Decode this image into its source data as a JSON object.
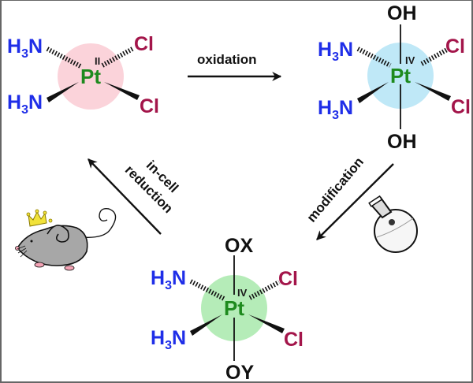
{
  "colors": {
    "ligand_nh3": "#1f2ee8",
    "ligand_cl": "#a3154a",
    "metal": "#1e8a1e",
    "oxidation_state": "#1a1a1a",
    "axial": "#111111",
    "halo_pt2": "#fbd3da",
    "halo_pt4_oh": "#bfe8f7",
    "halo_pt4_oxoy": "#b5ecb8",
    "mouse_body": "#a7a7a7",
    "crown": "#f1e23a"
  },
  "complexes": {
    "cisplatin": {
      "metal": "Pt",
      "oxidation_state": "II",
      "nh3_upper": {
        "h": "H",
        "sub": "3",
        "n": "N"
      },
      "nh3_lower": {
        "h": "H",
        "sub": "3",
        "n": "N"
      },
      "cl_upper": "Cl",
      "cl_lower": "Cl"
    },
    "pt4_oh": {
      "metal": "Pt",
      "oxidation_state": "IV",
      "axial_top": "OH",
      "axial_bottom": "OH",
      "nh3_upper": {
        "h": "H",
        "sub": "3",
        "n": "N"
      },
      "nh3_lower": {
        "h": "H",
        "sub": "3",
        "n": "N"
      },
      "cl_upper": "Cl",
      "cl_lower": "Cl"
    },
    "pt4_oxoy": {
      "metal": "Pt",
      "oxidation_state": "IV",
      "axial_top": "OX",
      "axial_bottom": "OY",
      "nh3_upper": {
        "h": "H",
        "sub": "3",
        "n": "N"
      },
      "nh3_lower": {
        "h": "H",
        "sub": "3",
        "n": "N"
      },
      "cl_upper": "Cl",
      "cl_lower": "Cl"
    }
  },
  "arrows": {
    "oxidation": "oxidation",
    "modification": "modification",
    "reduction_line1": "in-cell",
    "reduction_line2": "reduction"
  },
  "icons": {
    "mouse": "mouse-with-crown-icon",
    "flask": "round-bottom-flask-icon"
  }
}
